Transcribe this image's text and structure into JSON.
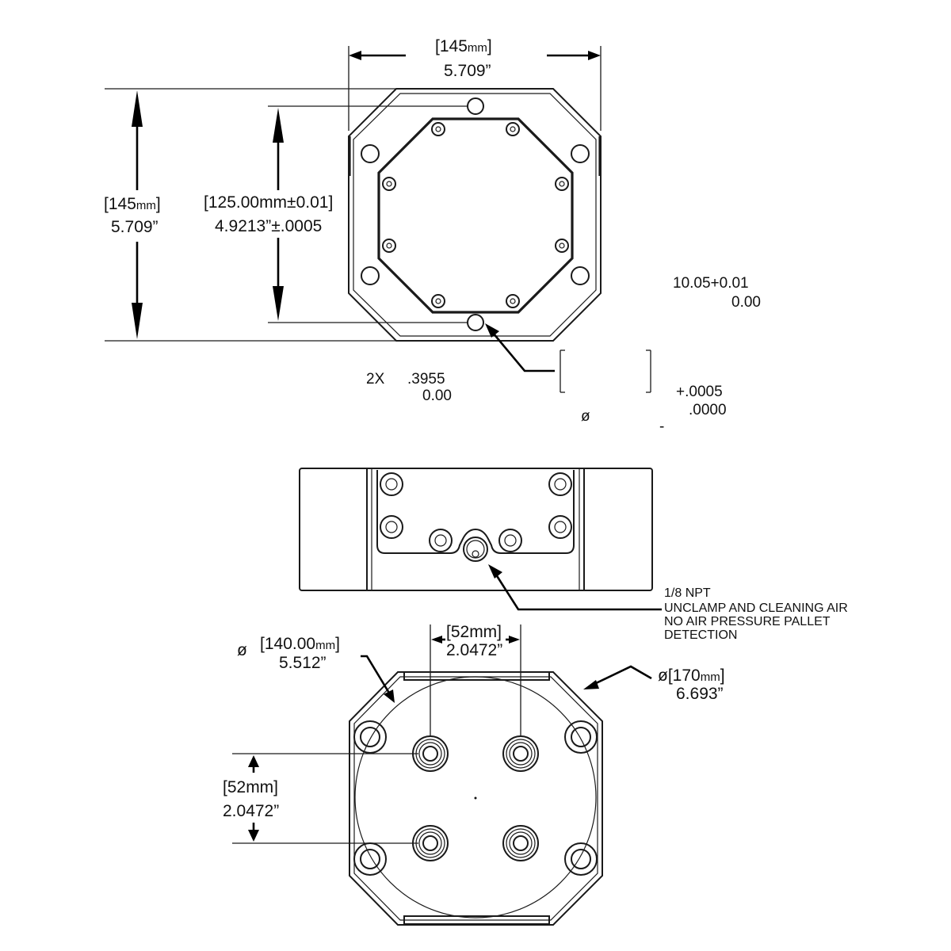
{
  "top_view": {
    "width_mm": "[145",
    "width_mm_unit": "mm",
    "width_mm_close": "]",
    "width_in": "5.709”",
    "height_mm": "[145",
    "height_mm_unit": "mm",
    "height_mm_close": "]",
    "height_in": "5.709”",
    "hole_spacing_mm": "[125.00mm±0.01]",
    "hole_spacing_in": "4.9213”±.0005",
    "pin_count": "2X",
    "pin_tol_upper": ".3955",
    "pin_tol_lower": "0.00",
    "bore_tol_mm_upper": "10.05+0.01",
    "bore_tol_mm_lower": "0.00",
    "bore_tol_in_upper": "+.0005",
    "bore_tol_in_lower": ".0000",
    "diameter_symbol": "ø",
    "dash": "-"
  },
  "side_view": {
    "port_line1": "1/8 NPT",
    "port_line2": "UNCLAMP AND CLEANING AIR",
    "port_line3": "NO AIR PRESSURE PALLET",
    "port_line4": "DETECTION"
  },
  "bottom_view": {
    "inner_dia_symbol": "ø",
    "inner_dia_mm": "[140.00",
    "inner_dia_mm_unit": "mm",
    "inner_dia_mm_close": "]",
    "inner_dia_in": "5.512”",
    "outer_dia_mm": "ø[170",
    "outer_dia_mm_unit": "mm",
    "outer_dia_mm_close": "]",
    "outer_dia_in": "6.693”",
    "h_spacing_mm": "[52mm]",
    "h_spacing_in": "2.0472”",
    "v_spacing_mm": "[52mm]",
    "v_spacing_in": "2.0472”"
  }
}
